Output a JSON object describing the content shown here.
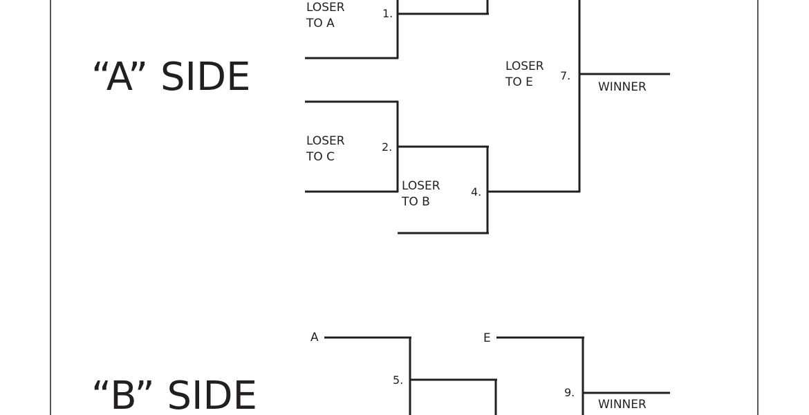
{
  "side_a": {
    "heading": "“A” SIDE",
    "loser_to_a": [
      "LOSER",
      "TO A"
    ],
    "loser_to_c": [
      "LOSER",
      "TO C"
    ],
    "loser_to_b": [
      "LOSER",
      "TO B"
    ],
    "loser_to_e": [
      "LOSER",
      "TO E"
    ],
    "match_1": "1.",
    "match_2": "2.",
    "match_4": "4.",
    "match_7": "7.",
    "winner": "WINNER"
  },
  "side_b": {
    "heading": "“B” SIDE",
    "entry_a": "A",
    "entry_e": "E",
    "match_5": "5.",
    "match_9": "9.",
    "winner": "WINNER"
  }
}
